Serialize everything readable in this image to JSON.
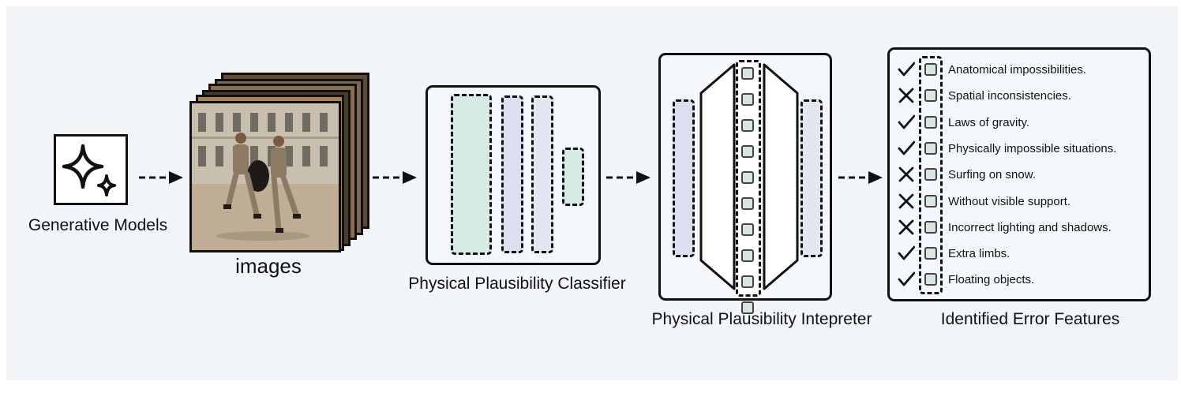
{
  "labels": {
    "generative_models": "Generative Models",
    "images": "images",
    "classifier": "Physical Plausibility Classifier",
    "interpreter": "Physical Plausibility Intepreter",
    "error_features": "Identified Error Features"
  },
  "icons": {
    "generator": "sparkle-icon",
    "check": "check-icon",
    "cross": "cross-icon"
  },
  "colors": {
    "background": "#f3f6f9",
    "teal_block": "#d5ebe4",
    "lavender_block": "#dcdff0",
    "chip_fill": "#d8e6e0"
  },
  "error_features": [
    {
      "text": "Anatomical impossibilities.",
      "mark": "check"
    },
    {
      "text": "Spatial inconsistencies.",
      "mark": "cross"
    },
    {
      "text": "Laws of gravity.",
      "mark": "check"
    },
    {
      "text": "Physically impossible situations.",
      "mark": "check"
    },
    {
      "text": "Surfing on snow.",
      "mark": "cross"
    },
    {
      "text": "Without visible support.",
      "mark": "cross"
    },
    {
      "text": "Incorrect lighting and shadows.",
      "mark": "cross"
    },
    {
      "text": "Extra limbs.",
      "mark": "check"
    },
    {
      "text": "Floating objects.",
      "mark": "check"
    }
  ]
}
